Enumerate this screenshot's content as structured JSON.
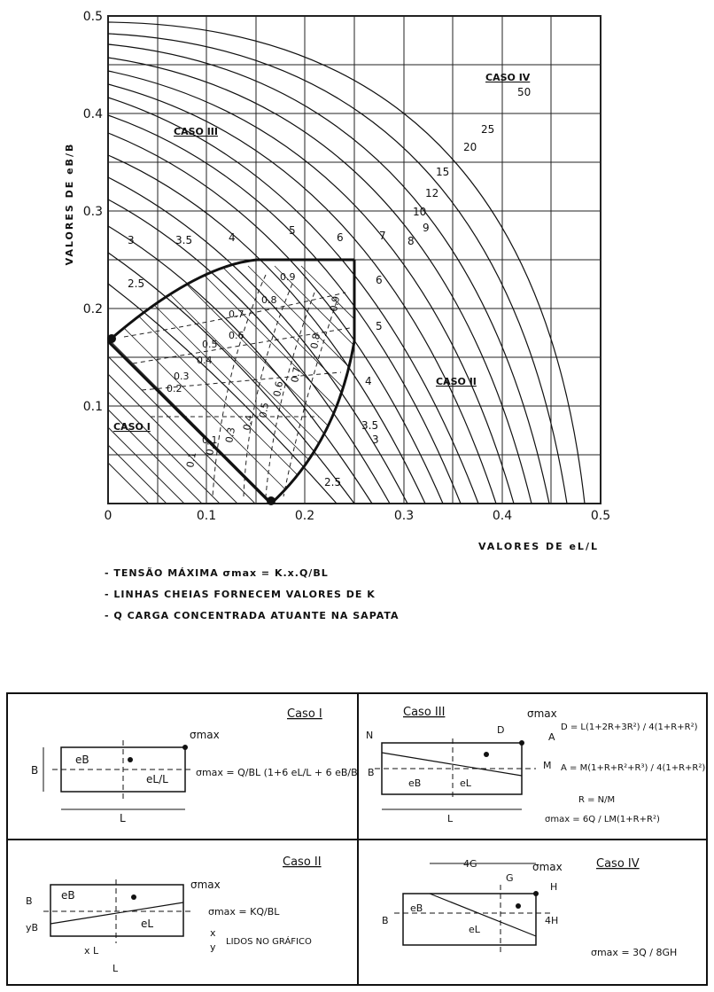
{
  "chart": {
    "y_axis_label": "VALORES DE eB/B",
    "x_axis_label": "VALORES DE eL/L",
    "x_ticks": [
      "0",
      "0.1",
      "0.2",
      "0.3",
      "0.4",
      "0.5"
    ],
    "y_ticks": [
      "0.1",
      "0.2",
      "0.3",
      "0.4",
      "0.5"
    ],
    "region_labels": [
      "CASO IV",
      "CASO III",
      "CASO II",
      "CASO I"
    ],
    "k_labels": [
      "50",
      "25",
      "20",
      "15",
      "12",
      "10",
      "9",
      "8",
      "7",
      "6",
      "5",
      "4",
      "3.5",
      "3",
      "2.5",
      "3",
      "3.5",
      "4",
      "5",
      "6",
      "2.5"
    ],
    "x_labels": [
      "0.9",
      "0.8",
      "0.7",
      "0.6",
      "0.5",
      "0.4",
      "0.3",
      "0.2",
      "0.1"
    ],
    "y_labels": [
      "0.9",
      "0.8",
      "0.7",
      "0.6",
      "0.5",
      "0.4",
      "0.3",
      "0.2",
      "0.1"
    ]
  },
  "notes": [
    "- TENSÃO MÁXIMA σmax = K.x.Q/BL",
    "- LINHAS CHEIAS FORNECEM VALORES DE K",
    "- Q CARGA CONCENTRADA ATUANTE NA SAPATA"
  ],
  "panels": {
    "caso1": {
      "title": "Caso I",
      "smax": "σmax",
      "eB": "eB",
      "eLL": "eL/L",
      "B": "B",
      "L": "L",
      "formula": "σmax = Q/BL (1+6 eL/L + 6 eB/B)"
    },
    "caso3": {
      "title": "Caso III",
      "smax": "σmax",
      "N": "N",
      "D": "D",
      "A": "A",
      "M": "M",
      "B": "B",
      "eB": "eB",
      "eL": "eL",
      "L": "L",
      "formula_D": "D = L(1+2R+3R²) / 4(1+R+R²)",
      "formula_A": "A = M(1+R+R²+R³) / 4(1+R+R²)",
      "formula_R": "R = N/M",
      "formula_s": "σmax = 6Q / LM(1+R+R²)"
    },
    "caso2": {
      "title": "Caso II",
      "smax": "σmax",
      "eB": "eB",
      "eL": "eL",
      "B": "B",
      "yB": "yB",
      "xL": "x L",
      "L": "L",
      "formula": "σmax = KQ/BL",
      "xy_x": "x",
      "xy_y": "y",
      "xy_text": "LIDOS NO GRÁFICO"
    },
    "caso4": {
      "title": "Caso IV",
      "smax": "σmax",
      "fourG": "4G",
      "G": "G",
      "H": "H",
      "fourH": "4H",
      "B": "B",
      "eB": "eB",
      "eL": "eL",
      "formula": "σmax = 3Q / 8GH"
    }
  }
}
